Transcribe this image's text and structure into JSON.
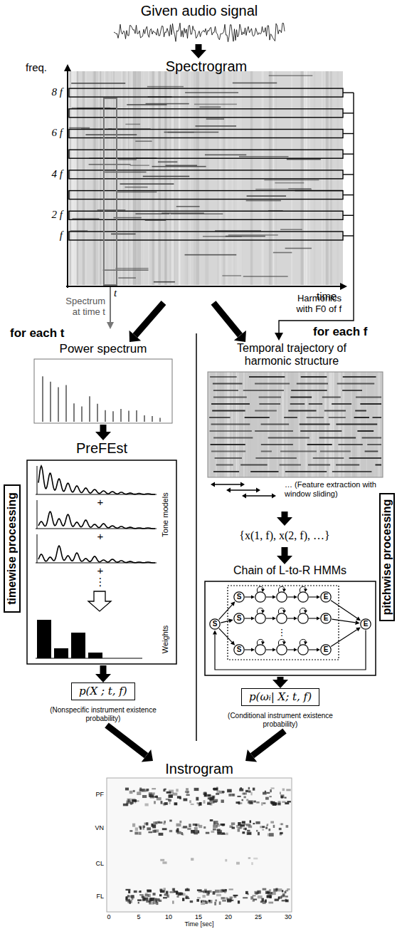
{
  "diagram": {
    "nodes": [
      {
        "text": [
          "Given audio signal"
        ]
      },
      {
        "text": [
          "Spectrogram"
        ]
      },
      {
        "text": [
          "Power spectrum"
        ]
      },
      {
        "text": [
          "PreFEst",
          "Tone models",
          "Weights"
        ]
      },
      {
        "text": [
          "timewise processing"
        ]
      },
      {
        "text": [
          "p(X ; t, f)",
          "(Nonspecific instrument existence probability)"
        ]
      },
      {
        "text": [
          "Temporal trajectory of harmonic structure"
        ]
      },
      {
        "text": [
          "{x(1, f), x(2, f), …}"
        ]
      },
      {
        "text": [
          "Chain of L-to-R HMMs"
        ]
      },
      {
        "text": [
          "S"
        ],
        "in": 8
      },
      {
        "text": [
          "S"
        ],
        "in": 8
      },
      {
        "text": [
          "E"
        ],
        "in": 8
      },
      {
        "text": [
          "S"
        ],
        "in": 8
      },
      {
        "text": [
          "E"
        ],
        "in": 8
      },
      {
        "text": [
          "S"
        ],
        "in": 8
      },
      {
        "text": [
          "E"
        ],
        "in": 8
      },
      {
        "text": [
          "E"
        ],
        "in": 8
      },
      {
        "text": [
          "pitchwise processing"
        ]
      },
      {
        "text": [
          "p(ωᵢ| X; t, f)",
          "(Conditional instrument existence probability)"
        ]
      },
      {
        "text": [
          "Instrogram"
        ]
      }
    ],
    "edges": [
      {
        "from": 0,
        "to": 1,
        "arrow": "to"
      },
      {
        "from": 1,
        "to": 2,
        "arrow": "to"
      },
      {
        "from": 1,
        "to": 6,
        "arrow": "to"
      },
      {
        "from": 2,
        "to": 3,
        "arrow": "to"
      },
      {
        "from": 3,
        "to": 5,
        "arrow": "to"
      },
      {
        "from": 6,
        "to": 7,
        "arrow": "to"
      },
      {
        "from": 7,
        "to": 8,
        "arrow": "to"
      },
      {
        "from": 8,
        "to": 18,
        "arrow": "to"
      },
      {
        "from": 5,
        "to": 19,
        "arrow": "to"
      },
      {
        "from": 18,
        "to": 19,
        "arrow": "to"
      },
      {
        "from": 9,
        "to": 10,
        "arrow": "to"
      },
      {
        "from": 9,
        "to": 12,
        "arrow": "to"
      },
      {
        "from": 9,
        "to": 14,
        "arrow": "to"
      },
      {
        "from": 11,
        "to": 16,
        "arrow": "to"
      },
      {
        "from": 13,
        "to": 16,
        "arrow": "to"
      },
      {
        "from": 15,
        "to": 16,
        "arrow": "to"
      },
      {
        "from": 16,
        "to": 9,
        "arrow": "to"
      }
    ],
    "labels": [
      "freq.",
      "8 f",
      "6 f",
      "4 f",
      "2 f",
      "f",
      "t",
      "time",
      "Harmonics with F0 of f",
      "Spectrum at time t",
      "for each t",
      "for each f",
      "+",
      "+",
      "+",
      "⋮",
      "… (Feature extraction with window sliding)",
      "⋮",
      "PF",
      "VN",
      "CL",
      "FL",
      "0",
      "5",
      "10",
      "15",
      "20",
      "25",
      "30",
      "Time [sec]"
    ]
  }
}
